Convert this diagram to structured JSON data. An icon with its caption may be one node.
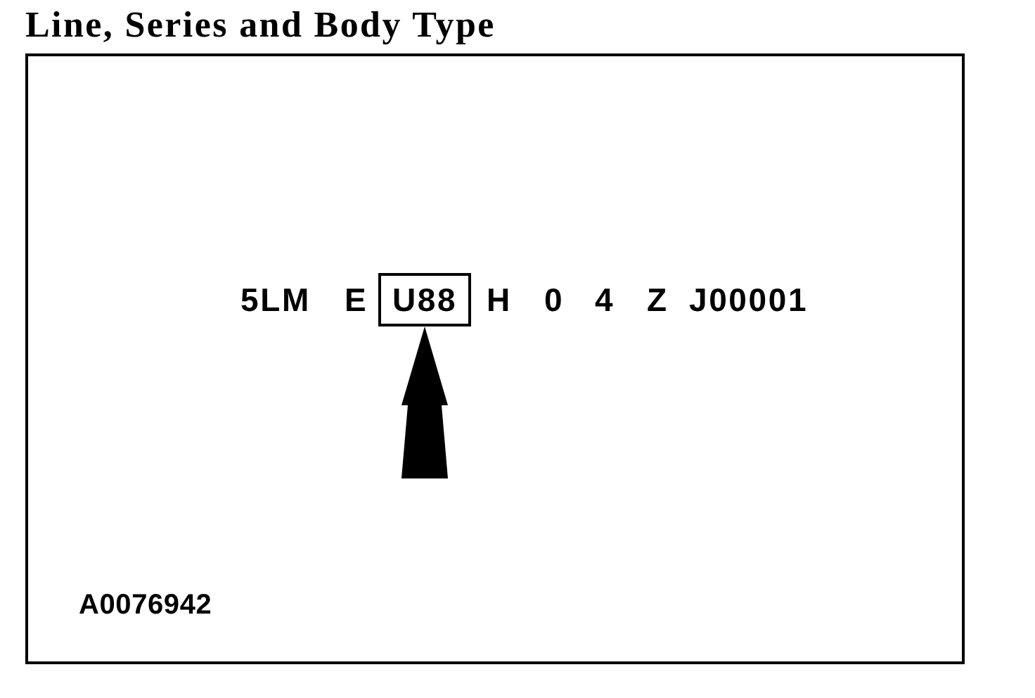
{
  "diagram": {
    "title": "Line, Series and Body Type",
    "nodes": [
      {
        "text": [],
        "shape": "box"
      },
      {
        "text": [
          "U88"
        ],
        "in": 0
      }
    ],
    "edges": [
      {
        "from": null,
        "to": 1,
        "arrow": "to"
      }
    ],
    "labels": [
      "5LM",
      "E",
      "H",
      "0",
      "4",
      "Z",
      "J00001",
      "A0076942"
    ]
  }
}
